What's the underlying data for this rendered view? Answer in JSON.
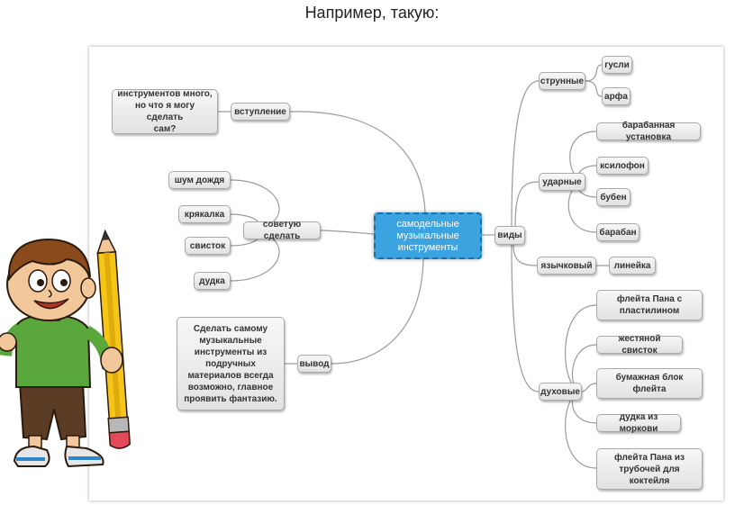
{
  "caption": "Например, такую:",
  "center": "самодельные\nмузыкальные\nинструменты",
  "left": {
    "intro": {
      "label": "вступление",
      "text": "инструментов много,\nно что я могу сделать\nсам?"
    },
    "advice": {
      "label": "советую сделать",
      "items": [
        "шум дождя",
        "крякалка",
        "свисток",
        "дудка"
      ]
    },
    "conclusion": {
      "label": "вывод",
      "text": "Сделать самому\nмузыкальные\nинструменты из\nподручных\nматериалов всегда\nвозможно, главное\nпроявить фантазию."
    }
  },
  "right": {
    "label": "виды",
    "strings": {
      "label": "струнные",
      "items": [
        "гусли",
        "арфа"
      ]
    },
    "percussion": {
      "label": "ударные",
      "items": [
        "барабанная установка",
        "ксилофон",
        "бубен",
        "барабан"
      ]
    },
    "reed": {
      "label": "язычковый",
      "items": [
        "линейка"
      ]
    },
    "wind": {
      "label": "духовые",
      "items": [
        "флейта Пана с\nпластилином",
        "жестяной свисток",
        "бумажная блок\nфлейта",
        "дудка из моркови",
        "флейта Пана из\nтрубочей для\nкоктейля"
      ]
    }
  }
}
